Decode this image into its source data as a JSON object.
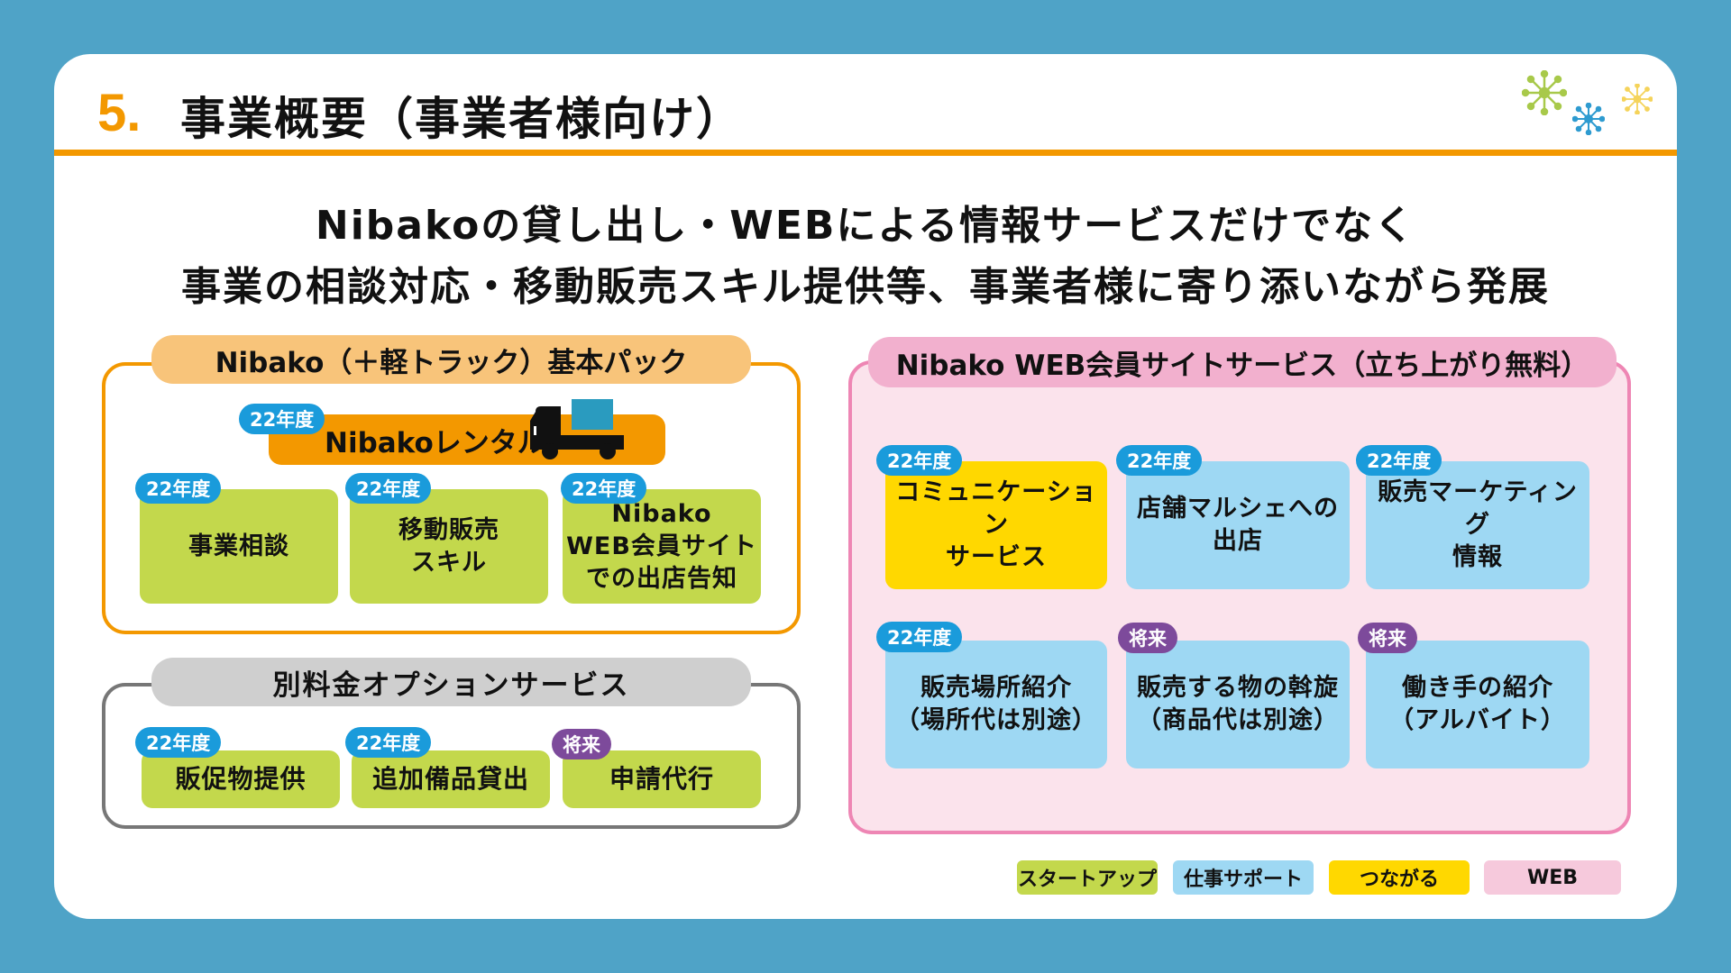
{
  "header": {
    "number": "5.",
    "title": "事業概要（事業者様向け）"
  },
  "decorations": {
    "sparkles": [
      {
        "name": "green-sparkle-icon",
        "color": "#A8C94A"
      },
      {
        "name": "blue-sparkle-icon",
        "color": "#2E9BD0"
      },
      {
        "name": "yellow-sparkle-icon",
        "color": "#F5D35A"
      }
    ]
  },
  "subtitle": {
    "line1": "Nibakoの貸し出し・WEBによる情報サービスだけでなく",
    "line2": "事業の相談対応・移動販売スキル提供等、事業者様に寄り添いながら発展"
  },
  "basic_pack": {
    "header": "Nibako（＋軽トラック）基本パック",
    "rental": {
      "badge": "22年度",
      "label": "Nibakoレンタル",
      "icon": "truck-icon"
    },
    "items": [
      {
        "badge": "22年度",
        "badge_type": "year",
        "label": "事業相談"
      },
      {
        "badge": "22年度",
        "badge_type": "year",
        "label": "移動販売\nスキル"
      },
      {
        "badge": "22年度",
        "badge_type": "year",
        "label": "Nibako\nWEB会員サイト\nでの出店告知"
      }
    ]
  },
  "options": {
    "header": "別料金オプションサービス",
    "items": [
      {
        "badge": "22年度",
        "badge_type": "year",
        "label": "販促物提供"
      },
      {
        "badge": "22年度",
        "badge_type": "year",
        "label": "追加備品貸出"
      },
      {
        "badge": "将来",
        "badge_type": "future",
        "label": "申請代行"
      }
    ]
  },
  "web_service": {
    "header": "Nibako WEB会員サイトサービス（立ち上がり無料）",
    "items": [
      {
        "badge": "22年度",
        "badge_type": "year",
        "label": "コミュニケーション\nサービス",
        "category": "つながる"
      },
      {
        "badge": "22年度",
        "badge_type": "year",
        "label": "店舗マルシェへの\n出店",
        "category": "仕事サポート"
      },
      {
        "badge": "22年度",
        "badge_type": "year",
        "label": "販売マーケティング\n情報",
        "category": "仕事サポート"
      },
      {
        "badge": "22年度",
        "badge_type": "year",
        "label": "販売場所紹介\n（場所代は別途）",
        "category": "仕事サポート"
      },
      {
        "badge": "将来",
        "badge_type": "future",
        "label": "販売する物の斡旋\n（商品代は別途）",
        "category": "仕事サポート"
      },
      {
        "badge": "将来",
        "badge_type": "future",
        "label": "働き手の紹介\n（アルバイト）",
        "category": "仕事サポート"
      }
    ]
  },
  "legend": [
    {
      "label": "スタートアップ",
      "color": "#C3D84C"
    },
    {
      "label": "仕事サポート",
      "color": "#9ED8F3"
    },
    {
      "label": "つながる",
      "color": "#FFD800"
    },
    {
      "label": "WEB",
      "color": "#F6C9DC"
    }
  ],
  "colors": {
    "background": "#4FA3C7",
    "accent_orange": "#F39800",
    "pack_header": "#F8C47A",
    "option_header": "#CFCFCF",
    "web_header": "#F2B0CE",
    "web_frame_fill": "#FBE3EC",
    "web_frame_border": "#EE86B4",
    "badge_year": "#1A9BDB",
    "badge_future": "#7D4A9B"
  }
}
